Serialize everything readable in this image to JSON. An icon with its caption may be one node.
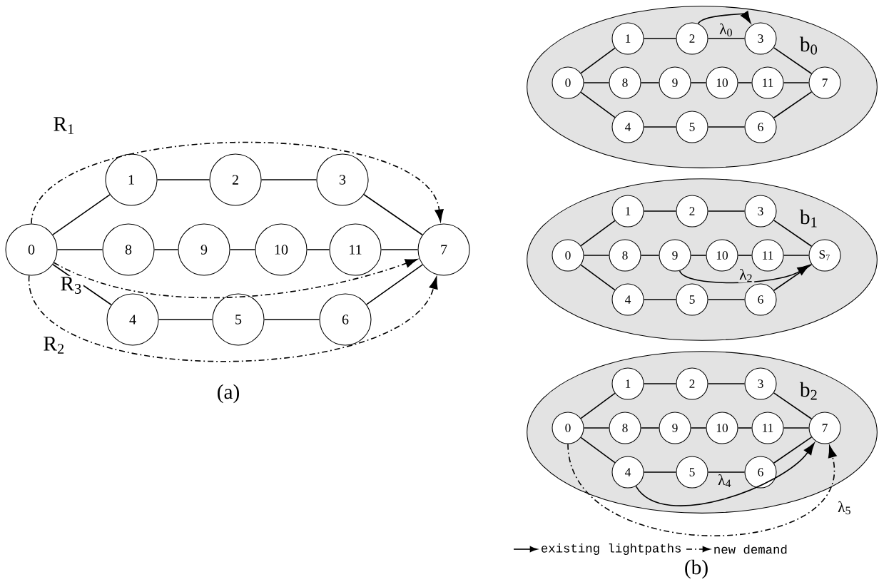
{
  "diagram": {
    "nodes": [
      {
        "text": [
          "0"
        ]
      },
      {
        "text": [
          "1"
        ]
      },
      {
        "text": [
          "2"
        ]
      },
      {
        "text": [
          "3"
        ]
      },
      {
        "text": [
          "4"
        ]
      },
      {
        "text": [
          "5"
        ]
      },
      {
        "text": [
          "6"
        ]
      },
      {
        "text": [
          "7"
        ]
      },
      {
        "text": [
          "8"
        ]
      },
      {
        "text": [
          "9"
        ]
      },
      {
        "text": [
          "10"
        ]
      },
      {
        "text": [
          "11"
        ]
      },
      {
        "text": [
          "b$_{0}$"
        ]
      },
      {
        "text": [
          "0"
        ],
        "in": 12
      },
      {
        "text": [
          "1"
        ],
        "in": 12
      },
      {
        "text": [
          "2"
        ],
        "in": 12
      },
      {
        "text": [
          "3"
        ],
        "in": 12
      },
      {
        "text": [
          "4"
        ],
        "in": 12
      },
      {
        "text": [
          "5"
        ],
        "in": 12
      },
      {
        "text": [
          "6"
        ],
        "in": 12
      },
      {
        "text": [
          "7"
        ],
        "in": 12
      },
      {
        "text": [
          "8"
        ],
        "in": 12
      },
      {
        "text": [
          "9"
        ],
        "in": 12
      },
      {
        "text": [
          "10"
        ],
        "in": 12
      },
      {
        "text": [
          "11"
        ],
        "in": 12
      },
      {
        "text": [
          "b$_{1}$"
        ]
      },
      {
        "text": [
          "0"
        ],
        "in": 25
      },
      {
        "text": [
          "1"
        ],
        "in": 25
      },
      {
        "text": [
          "2"
        ],
        "in": 25
      },
      {
        "text": [
          "3"
        ],
        "in": 25
      },
      {
        "text": [
          "4"
        ],
        "in": 25
      },
      {
        "text": [
          "5"
        ],
        "in": 25
      },
      {
        "text": [
          "6"
        ],
        "in": 25
      },
      {
        "text": [
          "S$_{7}$"
        ],
        "in": 25
      },
      {
        "text": [
          "8"
        ],
        "in": 25
      },
      {
        "text": [
          "9"
        ],
        "in": 25
      },
      {
        "text": [
          "10"
        ],
        "in": 25
      },
      {
        "text": [
          "11"
        ],
        "in": 25
      },
      {
        "text": [
          "b$_{2}$"
        ]
      },
      {
        "text": [
          "0"
        ],
        "in": 38
      },
      {
        "text": [
          "1"
        ],
        "in": 38
      },
      {
        "text": [
          "2"
        ],
        "in": 38
      },
      {
        "text": [
          "3"
        ],
        "in": 38
      },
      {
        "text": [
          "4"
        ],
        "in": 38
      },
      {
        "text": [
          "5"
        ],
        "in": 38
      },
      {
        "text": [
          "6"
        ],
        "in": 38
      },
      {
        "text": [
          "7"
        ],
        "in": 38
      },
      {
        "text": [
          "8"
        ],
        "in": 38
      },
      {
        "text": [
          "9"
        ],
        "in": 38
      },
      {
        "text": [
          "10"
        ],
        "in": 38
      },
      {
        "text": [
          "11"
        ],
        "in": 38
      }
    ],
    "edges": [
      {
        "from": 0,
        "to": 1,
        "arrow": "none"
      },
      {
        "from": 1,
        "to": 2,
        "arrow": "none"
      },
      {
        "from": 2,
        "to": 3,
        "arrow": "none"
      },
      {
        "from": 3,
        "to": 7,
        "arrow": "none"
      },
      {
        "from": 0,
        "to": 8,
        "arrow": "none"
      },
      {
        "from": 8,
        "to": 9,
        "arrow": "none"
      },
      {
        "from": 9,
        "to": 10,
        "arrow": "none"
      },
      {
        "from": 10,
        "to": 11,
        "arrow": "none"
      },
      {
        "from": 11,
        "to": 7,
        "arrow": "none"
      },
      {
        "from": 0,
        "to": 4,
        "arrow": "none"
      },
      {
        "from": 4,
        "to": 5,
        "arrow": "none"
      },
      {
        "from": 5,
        "to": 6,
        "arrow": "none"
      },
      {
        "from": 6,
        "to": 7,
        "arrow": "none"
      },
      {
        "from": 0,
        "to": 7,
        "arrow": "to",
        "style": "dashed",
        "label": "R$_{1}$"
      },
      {
        "from": 0,
        "to": 7,
        "arrow": "to",
        "style": "dashed",
        "label": "R$_{2}$"
      },
      {
        "from": 0,
        "to": 7,
        "arrow": "to",
        "style": "dashed",
        "label": "R$_{3}$"
      },
      {
        "from": 13,
        "to": 14,
        "arrow": "none"
      },
      {
        "from": 14,
        "to": 15,
        "arrow": "none"
      },
      {
        "from": 15,
        "to": 16,
        "arrow": "none"
      },
      {
        "from": 16,
        "to": 20,
        "arrow": "none"
      },
      {
        "from": 13,
        "to": 21,
        "arrow": "none"
      },
      {
        "from": 21,
        "to": 22,
        "arrow": "none"
      },
      {
        "from": 22,
        "to": 23,
        "arrow": "none"
      },
      {
        "from": 23,
        "to": 24,
        "arrow": "none"
      },
      {
        "from": 24,
        "to": 20,
        "arrow": "none"
      },
      {
        "from": 13,
        "to": 17,
        "arrow": "none"
      },
      {
        "from": 17,
        "to": 18,
        "arrow": "none"
      },
      {
        "from": 18,
        "to": 19,
        "arrow": "none"
      },
      {
        "from": 19,
        "to": 20,
        "arrow": "none"
      },
      {
        "from": 15,
        "to": 16,
        "arrow": "to",
        "label": "λ$_{0}$"
      },
      {
        "from": 26,
        "to": 27,
        "arrow": "none"
      },
      {
        "from": 27,
        "to": 28,
        "arrow": "none"
      },
      {
        "from": 28,
        "to": 29,
        "arrow": "none"
      },
      {
        "from": 29,
        "to": 33,
        "arrow": "none"
      },
      {
        "from": 26,
        "to": 34,
        "arrow": "none"
      },
      {
        "from": 34,
        "to": 35,
        "arrow": "none"
      },
      {
        "from": 35,
        "to": 36,
        "arrow": "none"
      },
      {
        "from": 36,
        "to": 37,
        "arrow": "none"
      },
      {
        "from": 37,
        "to": 33,
        "arrow": "none"
      },
      {
        "from": 26,
        "to": 30,
        "arrow": "none"
      },
      {
        "from": 30,
        "to": 31,
        "arrow": "none"
      },
      {
        "from": 31,
        "to": 32,
        "arrow": "none"
      },
      {
        "from": 32,
        "to": 33,
        "arrow": "none"
      },
      {
        "from": 35,
        "to": 33,
        "arrow": "to",
        "label": "λ$_{2}$"
      },
      {
        "from": 39,
        "to": 40,
        "arrow": "none"
      },
      {
        "from": 40,
        "to": 41,
        "arrow": "none"
      },
      {
        "from": 41,
        "to": 42,
        "arrow": "none"
      },
      {
        "from": 42,
        "to": 46,
        "arrow": "none"
      },
      {
        "from": 39,
        "to": 47,
        "arrow": "none"
      },
      {
        "from": 47,
        "to": 48,
        "arrow": "none"
      },
      {
        "from": 48,
        "to": 49,
        "arrow": "none"
      },
      {
        "from": 49,
        "to": 50,
        "arrow": "none"
      },
      {
        "from": 50,
        "to": 46,
        "arrow": "none"
      },
      {
        "from": 39,
        "to": 43,
        "arrow": "none"
      },
      {
        "from": 43,
        "to": 44,
        "arrow": "none"
      },
      {
        "from": 44,
        "to": 45,
        "arrow": "none"
      },
      {
        "from": 45,
        "to": 46,
        "arrow": "none"
      },
      {
        "from": 43,
        "to": 46,
        "arrow": "to",
        "label": "λ$_{4}$"
      },
      {
        "from": 39,
        "to": 46,
        "arrow": "to",
        "style": "dashed",
        "label": "λ$_{5}$"
      }
    ],
    "labels": [
      "(a)",
      "(b)"
    ],
    "legend": [
      {
        "text": "existing lightpaths"
      },
      {
        "text": "new demand"
      }
    ]
  }
}
